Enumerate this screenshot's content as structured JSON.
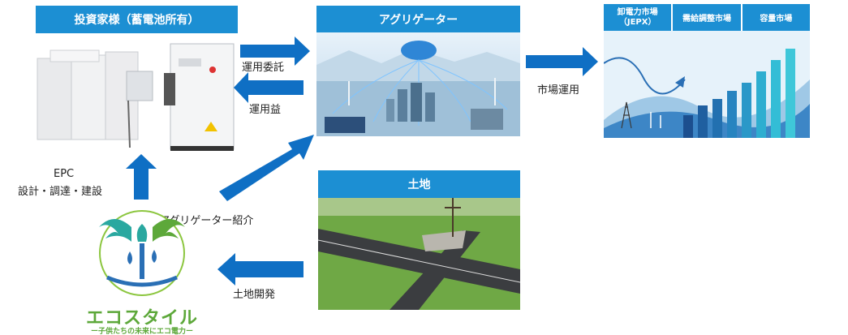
{
  "investor": {
    "header": "投資家様（蓄電池所有）"
  },
  "aggregator": {
    "header": "アグリゲーター"
  },
  "land": {
    "header": "土地"
  },
  "markets": {
    "tabs": [
      {
        "line1": "卸電力市場",
        "line2": "（JEPX）"
      },
      {
        "line1": "需給調整市場",
        "line2": ""
      },
      {
        "line1": "容量市場",
        "line2": ""
      }
    ]
  },
  "arrows": {
    "operation_consign": "運用委託",
    "operation_profit": "運用益",
    "market_operation": "市場運用",
    "epc_line1": "EPC",
    "epc_line2": "設計・調達・建設",
    "aggregator_intro": "アグリゲーター紹介",
    "land_dev": "土地開発"
  },
  "logo": {
    "name": "エコスタイル",
    "tagline": "ー子供たちの未来にエコ電力ー"
  },
  "colors": {
    "arrow": "#0f6fc4",
    "header": "#1c8fd3",
    "logo_green": "#5da83a",
    "logo_blue": "#2a6fb5"
  }
}
